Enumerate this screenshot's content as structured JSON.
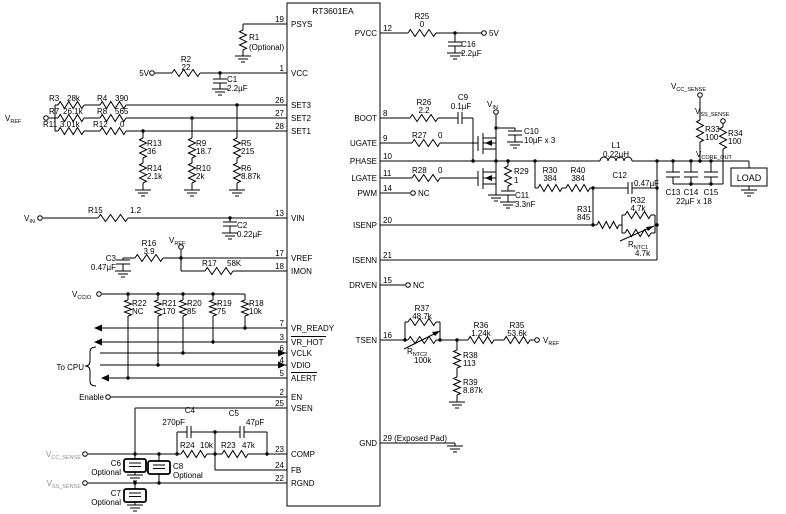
{
  "ic": {
    "title": "RT3601EA",
    "pins_left": [
      {
        "num": "19",
        "name": "PSYS"
      },
      {
        "num": "1",
        "name": "VCC"
      },
      {
        "num": "26",
        "name": "SET3"
      },
      {
        "num": "27",
        "name": "SET2"
      },
      {
        "num": "28",
        "name": "SET1"
      },
      {
        "num": "13",
        "name": "VIN"
      },
      {
        "num": "17",
        "name": "VREF"
      },
      {
        "num": "18",
        "name": "IMON"
      },
      {
        "num": "7",
        "name": "VR_READY"
      },
      {
        "num": "3",
        "name": "VR_HOT"
      },
      {
        "num": "6",
        "name": "VCLK"
      },
      {
        "num": "4",
        "name": "VDIO"
      },
      {
        "num": "5",
        "name": "ALERT"
      },
      {
        "num": "2",
        "name": "EN"
      },
      {
        "num": "25",
        "name": "VSEN"
      },
      {
        "num": "23",
        "name": "COMP"
      },
      {
        "num": "24",
        "name": "FB"
      },
      {
        "num": "22",
        "name": "RGND"
      }
    ],
    "pins_right": [
      {
        "num": "12",
        "name": "PVCC"
      },
      {
        "num": "8",
        "name": "BOOT"
      },
      {
        "num": "9",
        "name": "UGATE"
      },
      {
        "num": "10",
        "name": "PHASE"
      },
      {
        "num": "11",
        "name": "LGATE"
      },
      {
        "num": "14",
        "name": "PWM"
      },
      {
        "num": "20",
        "name": "ISENP"
      },
      {
        "num": "21",
        "name": "ISENN"
      },
      {
        "num": "15",
        "name": "DRVEN"
      },
      {
        "num": "16",
        "name": "TSEN"
      },
      {
        "num": "29 (Exposed Pad)",
        "name": "GND"
      }
    ]
  },
  "parts": {
    "R1": [
      "R1",
      "(Optional)"
    ],
    "R2": [
      "R2",
      "22"
    ],
    "C1": [
      "C1",
      "2.2µF"
    ],
    "R3": [
      "R3",
      "28k"
    ],
    "R4": [
      "R4",
      "390"
    ],
    "R7": [
      "R7",
      "26.1k"
    ],
    "R8": [
      "R8",
      "565"
    ],
    "R11": [
      "R11",
      "3.01k"
    ],
    "R12": [
      "R12",
      "0"
    ],
    "R13": [
      "R13",
      "36"
    ],
    "R14": [
      "R14",
      "2.1k"
    ],
    "R9": [
      "R9",
      "18.7"
    ],
    "R10": [
      "R10",
      "2k"
    ],
    "R5": [
      "R5",
      "215"
    ],
    "R6": [
      "R6",
      "8.87k"
    ],
    "R15": [
      "R15",
      "1.2"
    ],
    "C2": [
      "C2",
      "0.22µF"
    ],
    "C3": [
      "C3",
      "0.47µF"
    ],
    "R16": [
      "R16",
      "3.9"
    ],
    "R17": [
      "R17",
      "58K"
    ],
    "R22": [
      "R22",
      "NC"
    ],
    "R21": [
      "R21",
      "170"
    ],
    "R20": [
      "R20",
      "85"
    ],
    "R19": [
      "R19",
      "75"
    ],
    "R18": [
      "R18",
      "10k"
    ],
    "C4": [
      "C4",
      "270pF"
    ],
    "C5": [
      "C5",
      "47pF"
    ],
    "R24": [
      "R24",
      "10k"
    ],
    "R23": [
      "R23",
      "47k"
    ],
    "C6": [
      "C6",
      "Optional"
    ],
    "C7": [
      "C7",
      "Optional"
    ],
    "C8": [
      "C8",
      "Optional"
    ],
    "R25": [
      "R25",
      "0"
    ],
    "C16": [
      "C16",
      "2.2µF"
    ],
    "R26": [
      "R26",
      "2.2"
    ],
    "C9": [
      "C9",
      "0.1µF"
    ],
    "R27": [
      "R27",
      "0"
    ],
    "R28": [
      "R28",
      "0"
    ],
    "C10": [
      "C10",
      "10µF x 3"
    ],
    "R29": [
      "R29",
      "1"
    ],
    "C11": [
      "C11",
      "3.3nF"
    ],
    "R30": [
      "R30",
      "384"
    ],
    "R40": [
      "R40",
      "384"
    ],
    "L1": [
      "L1",
      "0.22µH"
    ],
    "C12": [
      "C12",
      "0.47µF"
    ],
    "R31": [
      "R31",
      "845"
    ],
    "R32": [
      "R32",
      "4.7k"
    ],
    "R33": [
      "R33",
      "100"
    ],
    "R34": [
      "R34",
      "100"
    ],
    "R37": [
      "R37",
      "48.7k"
    ],
    "R36": [
      "R36",
      "1.24k"
    ],
    "R35": [
      "R35",
      "53.6k"
    ],
    "R38": [
      "R38",
      "113"
    ],
    "R39": [
      "R39",
      "8.87k"
    ],
    "C13": [
      "C13",
      ""
    ],
    "C14": [
      "C14",
      ""
    ],
    "C15": [
      "C15",
      ""
    ]
  },
  "cap_bank_value": "22µF x 18",
  "ntc": {
    "rntc1": {
      "base": "R",
      "sub": "NTC1",
      "value": "4.7k"
    },
    "rntc2": {
      "base": "R",
      "sub": "NTC2",
      "value": "100k"
    }
  },
  "terminals": {
    "v5_left": "5V",
    "v5_right": "5V",
    "vref_left": {
      "base": "V",
      "sub": "REF"
    },
    "vin_left": {
      "base": "V",
      "sub": "IN"
    },
    "vin_top": {
      "base": "V",
      "sub": "IN"
    },
    "vref_mid": {
      "base": "V",
      "sub": "REF"
    },
    "vref_right": {
      "base": "V",
      "sub": "REF"
    },
    "vccio": {
      "base": "V",
      "sub": "CCIO"
    },
    "enable": "Enable",
    "vcc_sense_bl": {
      "base": "V",
      "sub": "CC_SENSE"
    },
    "vss_sense_bl": {
      "base": "V",
      "sub": "SS_SENSE"
    },
    "vcc_sense_tr": {
      "base": "V",
      "sub": "CC_SENSE"
    },
    "vss_sense_tr": {
      "base": "V",
      "sub": "SS_SENSE"
    },
    "vcore_out": {
      "base": "V",
      "sub": "CORE_OUT"
    }
  },
  "annotations": {
    "to_cpu": "To CPU",
    "nc_pwm": "NC",
    "nc_drven": "NC",
    "load": "LOAD"
  }
}
